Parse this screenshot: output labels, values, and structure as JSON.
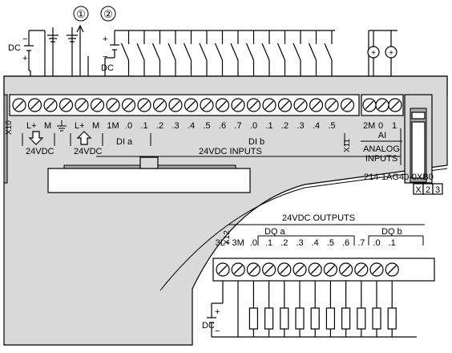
{
  "callouts": [
    "①",
    "②"
  ],
  "supply": {
    "dc_label": "DC",
    "plus": "+",
    "minus": "−"
  },
  "input_terminals": {
    "power_labels": [
      "L+",
      "M",
      "L+",
      "M"
    ],
    "power_group_labels": [
      "24VDC",
      "24VDC"
    ],
    "input_labels": [
      "1M",
      ".0",
      ".1",
      ".2",
      ".3",
      ".4",
      ".5",
      ".6",
      ".7",
      ".0",
      ".1",
      ".2",
      ".3",
      ".4",
      ".5"
    ],
    "group_a": "DI a",
    "group_b": "DI b",
    "inputs_title": "24VDC INPUTS",
    "connector_left": "X10",
    "connector_right": "X11"
  },
  "analog": {
    "labels": [
      "2M",
      "0",
      "1"
    ],
    "ai": "AI",
    "title_line1": "ANALOG",
    "title_line2": "INPUTS"
  },
  "module": {
    "order_number": "214-1AG40-0XB0",
    "version_boxes": [
      "X",
      "2",
      "3"
    ]
  },
  "outputs": {
    "title": "24VDC OUTPUTS",
    "connector": "X12",
    "group_a": "DQ a",
    "group_b": "DQ b",
    "labels": [
      "3L+",
      "3M",
      ".0",
      ".1",
      ".2",
      ".3",
      ".4",
      ".5",
      ".6",
      ".7",
      ".0",
      ".1"
    ]
  }
}
